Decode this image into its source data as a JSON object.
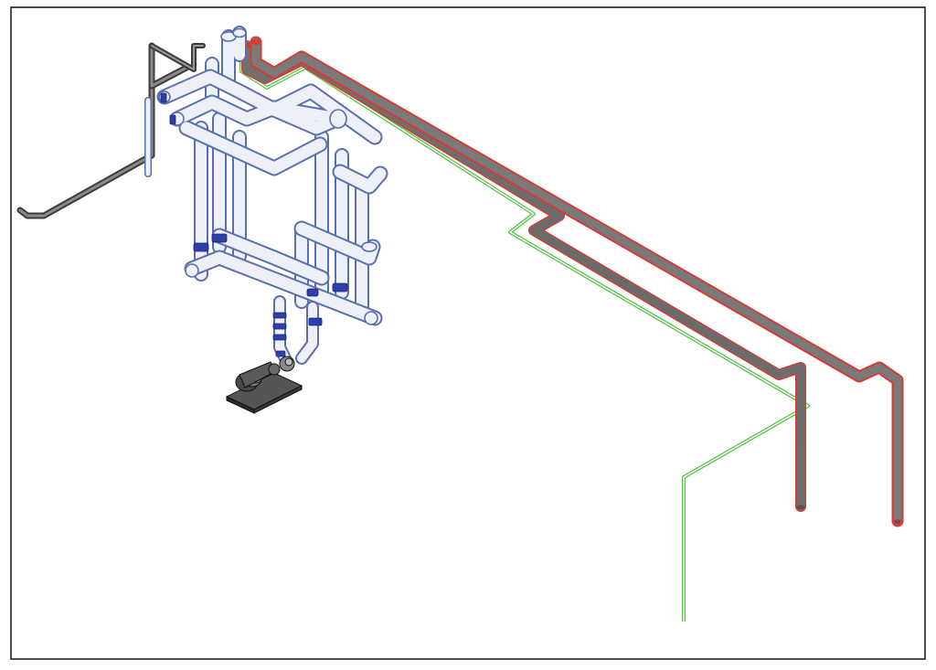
{
  "drawing": {
    "kind": "isometric piping layout",
    "colors": {
      "background": "#ffffff",
      "frame": "#222222",
      "white_pipe_fill": "#eef0f8",
      "white_pipe_outline": "#5b6fb0",
      "valve_blue": "#2f3fa8",
      "red_line": "#d63a32",
      "gray_pipe": "#7a7a7a",
      "green_line": "#5cc24a",
      "dark_duct": "#4a4a4a",
      "pump_body": "#3a3a3a"
    },
    "components": [
      "drawing-frame",
      "pipe-rack-manifold",
      "red-insulated-pipe",
      "gray-pipe",
      "green-line",
      "dark-duct",
      "pump-motor-unit",
      "valves"
    ]
  }
}
